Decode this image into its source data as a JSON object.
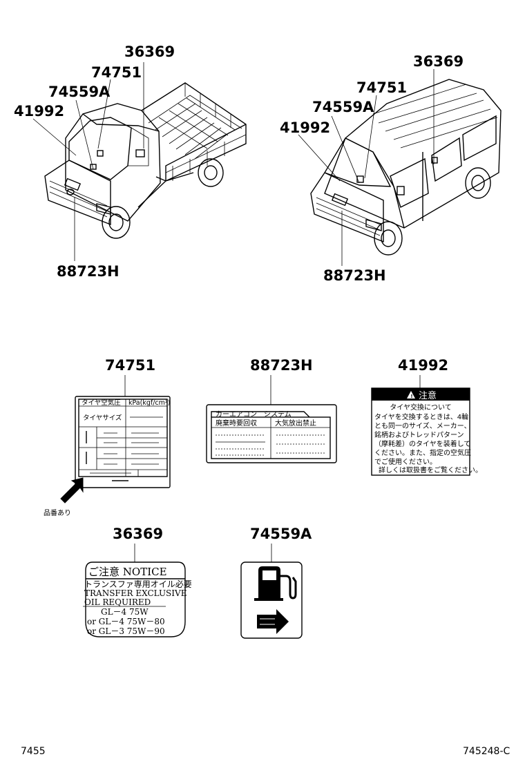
{
  "callouts": {
    "truck": {
      "p1": "36369",
      "p2": "74751",
      "p3": "74559A",
      "p4": "41992",
      "p5": "88723H"
    },
    "van": {
      "p1": "36369",
      "p2": "74751",
      "p3": "74559A",
      "p4": "41992",
      "p5": "88723H"
    }
  },
  "labels": {
    "l74751": {
      "part": "74751",
      "header_left": "タイヤ空気圧",
      "header_right": "kPa(kgf/cm²)",
      "row_size": "タイヤサイズ",
      "note": "品番あり"
    },
    "l88723h": {
      "part": "88723H",
      "tab": "カーエアコン　システム",
      "col_left": "廃棄時要回収",
      "col_right": "大気放出禁止"
    },
    "l41992": {
      "part": "41992",
      "header": "注意",
      "lines": [
        "タイヤ交換について",
        "タイヤを交換するときは、4輪",
        "とも同一のサイズ、メーカー、",
        "銘柄およびトレッドパターン",
        "（摩耗差）のタイヤを装着して",
        "ください。また、指定の空気圧",
        "でご使用ください。",
        "詳しくは取扱書をご覧ください。"
      ]
    },
    "l36369": {
      "part": "36369",
      "title": "ご注意 NOTICE",
      "lines": [
        "トランスファ専用オイル必要",
        "TRANSFER  EXCLUSIVE",
        "OIL  REQUIRED",
        "GL－4   75W",
        "or  GL－4   75W－80",
        "or  GL－3   75W－90"
      ]
    },
    "l74559a": {
      "part": "74559A",
      "icon": "fuel-pump-icon"
    }
  },
  "footer": {
    "left": "7455",
    "right": "745248-C"
  }
}
